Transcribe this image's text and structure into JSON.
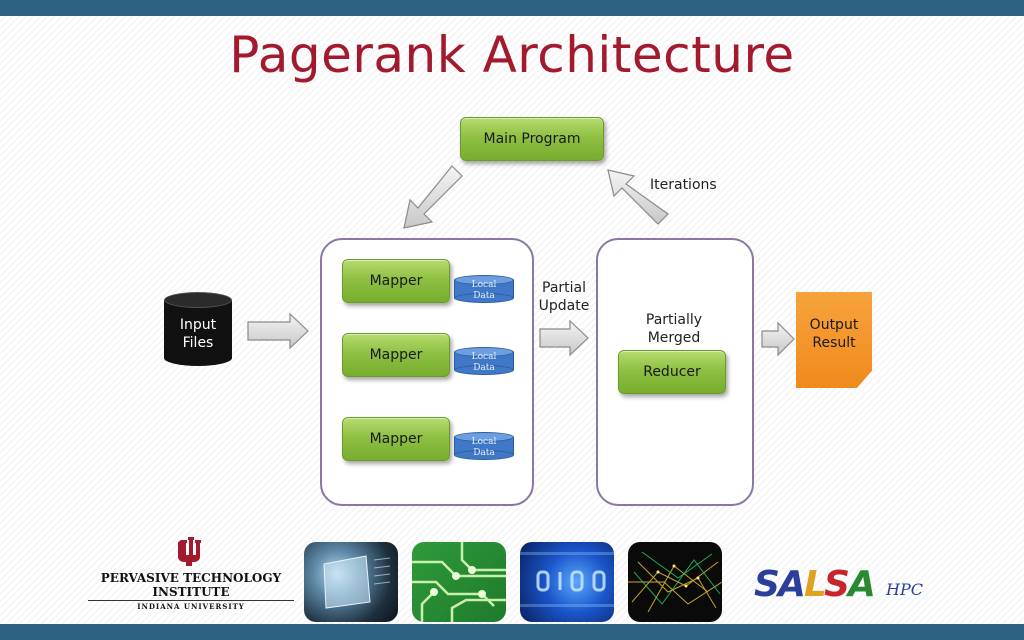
{
  "slide": {
    "title": "Pagerank Architecture"
  },
  "diagram": {
    "main_program": "Main Program",
    "iterations_label": "Iterations",
    "input_files": "Input\nFiles",
    "mappers": [
      {
        "label": "Mapper",
        "local_data": "Local\nData"
      },
      {
        "label": "Mapper",
        "local_data": "Local\nData"
      },
      {
        "label": "Mapper",
        "local_data": "Local\nData"
      }
    ],
    "partial_update": "Partial\nUpdate",
    "partially_merged": "Partially\nMerged",
    "reducer": "Reducer",
    "output_result": "Output\nResult"
  },
  "footer": {
    "org_line1": "PERVASIVE TECHNOLOGY",
    "org_line2": "INSTITUTE",
    "org_line3": "INDIANA UNIVERSITY",
    "salsa_logo": "SALSA",
    "hpc": "HPC"
  },
  "colors": {
    "bar": "#2e6283",
    "title": "#a3192e",
    "mapper_green": "#8fc043",
    "group_border": "#8a77a6",
    "output_orange": "#f08a1c",
    "local_data_blue": "#3f78c6"
  }
}
